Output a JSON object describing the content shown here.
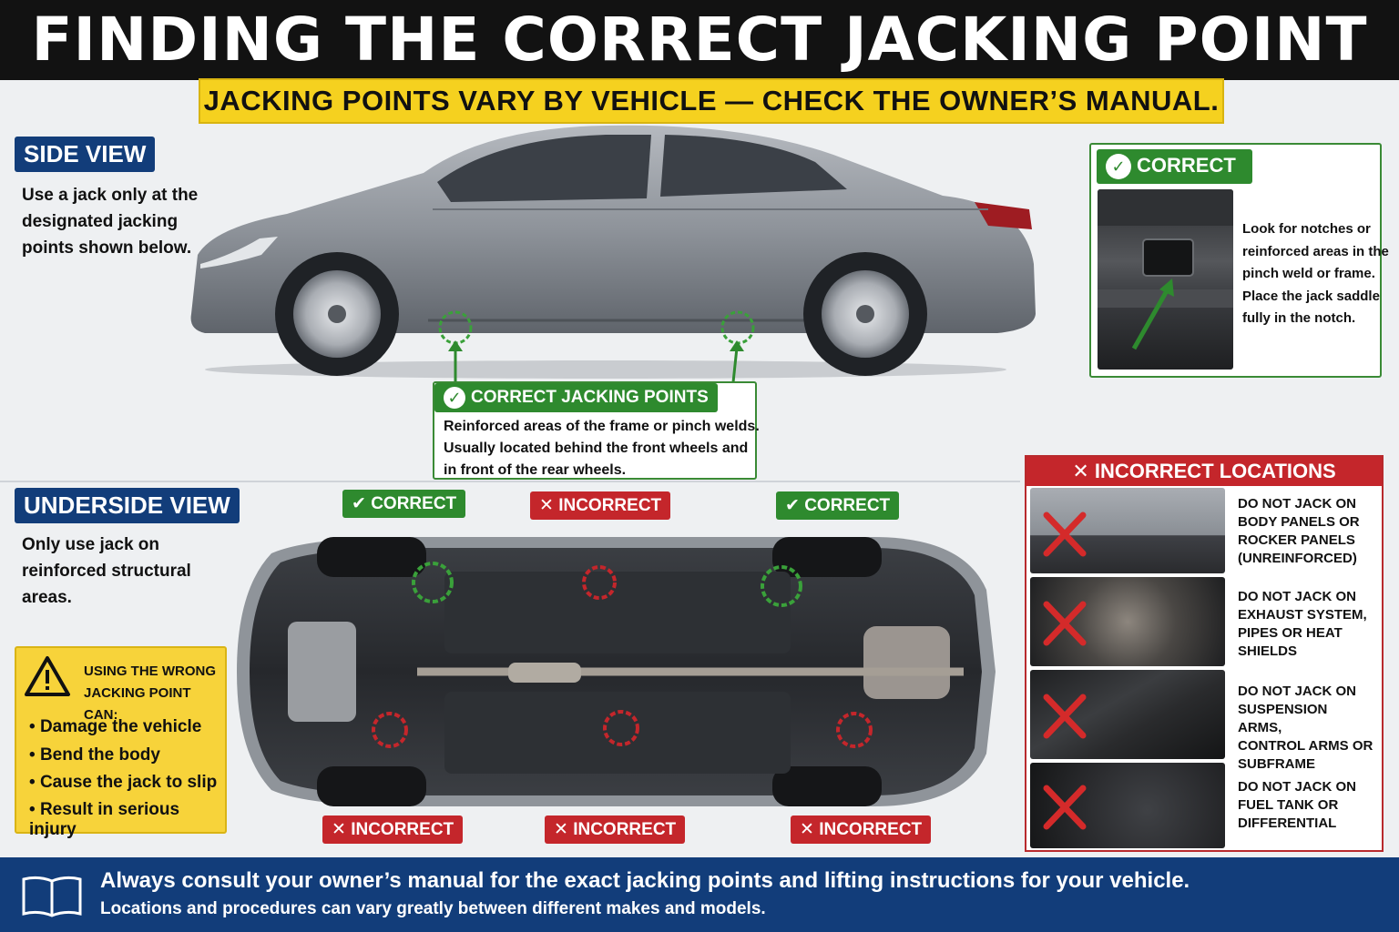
{
  "title": "FINDING THE CORRECT JACKING POINT",
  "warning_banner": "JACKING POINTS VARY BY VEHICLE — CHECK THE OWNER’S MANUAL.",
  "side_view": {
    "badge": "SIDE VIEW",
    "lines": [
      "Use a jack only at the",
      "designated jacking",
      "points shown below."
    ]
  },
  "correct_points": {
    "label": "CORRECT JACKING POINTS",
    "lines": [
      "Reinforced areas of the frame or pinch welds.",
      "Usually located behind the front wheels and",
      "in front of the rear wheels."
    ]
  },
  "correct_card": {
    "label": "CORRECT",
    "lines": [
      "Look for notches or",
      "reinforced areas in the",
      "pinch weld or frame.",
      "Place the jack saddle",
      "fully in the notch."
    ]
  },
  "underside_view": {
    "badge": "UNDERSIDE VIEW",
    "lines": [
      "Only use jack on",
      "reinforced structural",
      "areas."
    ]
  },
  "underside_tags": {
    "correct": "CORRECT",
    "incorrect": "INCORRECT"
  },
  "warning_box": {
    "heading_lines": [
      "USING THE WRONG",
      "JACKING POINT CAN:"
    ],
    "bullets": [
      "Damage the vehicle",
      "Bend the body",
      "Cause the jack to slip",
      "Result in serious injury"
    ]
  },
  "incorrect_locations": {
    "header": "INCORRECT LOCATIONS",
    "items": [
      {
        "lines": [
          "DO NOT JACK ON",
          "BODY PANELS OR",
          "ROCKER PANELS",
          "(UNREINFORCED)"
        ]
      },
      {
        "lines": [
          "DO NOT JACK ON",
          "EXHAUST SYSTEM,",
          "PIPES OR HEAT",
          "SHIELDS"
        ]
      },
      {
        "lines": [
          "DO NOT JACK ON",
          "SUSPENSION ARMS,",
          "CONTROL ARMS OR",
          "SUBFRAME"
        ]
      },
      {
        "lines": [
          "DO NOT JACK ON",
          "FUEL TANK OR",
          "DIFFERENTIAL"
        ]
      }
    ]
  },
  "footer": {
    "line1": "Always consult your owner’s manual for the exact jacking points and lifting instructions for your vehicle.",
    "line2": "Locations and procedures can vary greatly between different makes and models."
  },
  "icons": [
    "book-icon",
    "warning-triangle-icon",
    "check-icon",
    "x-icon",
    "arrow-icon"
  ],
  "colors": {
    "navy": "#123d7a",
    "green": "#2e8a2e",
    "red": "#c4262b",
    "yellow": "#f5d11f",
    "black": "#121212"
  }
}
